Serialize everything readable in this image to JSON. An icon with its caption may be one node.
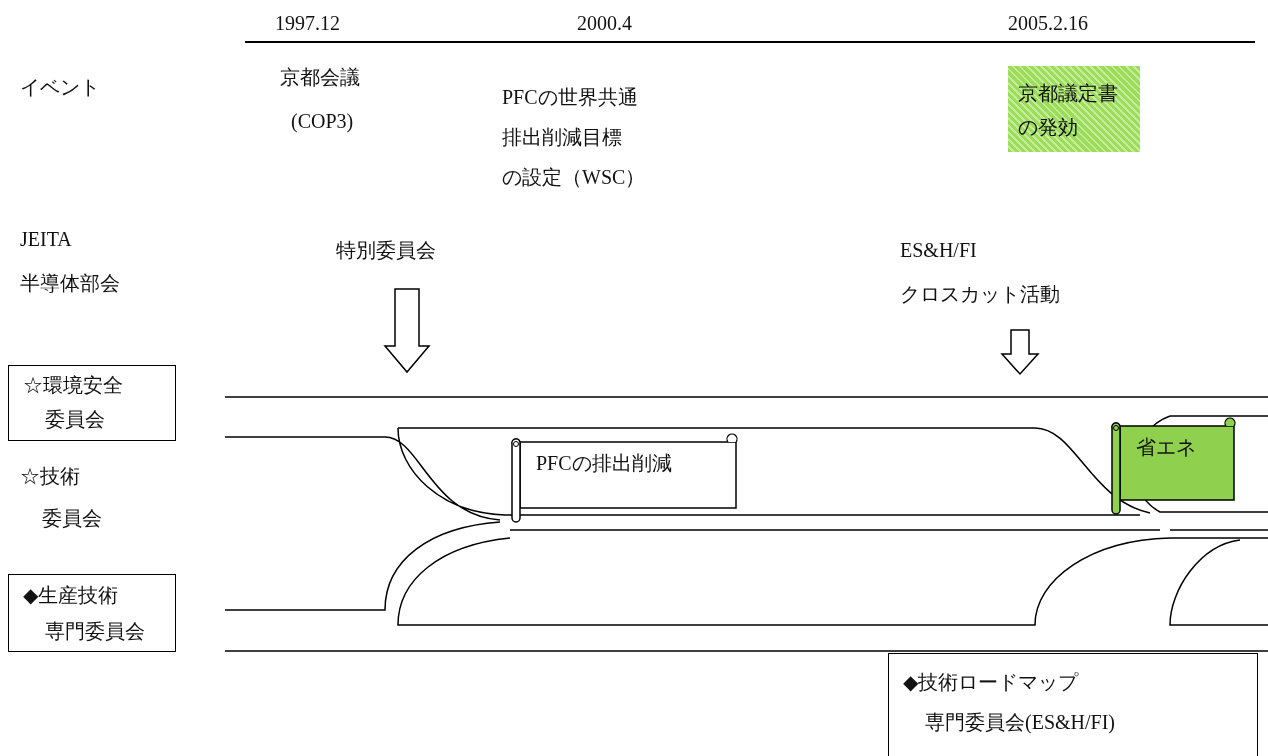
{
  "diagram": {
    "nodes": [
      {
        "text": [
          "☆環境安全委員会"
        ]
      },
      {
        "text": [
          "◆生産技術専門委員会"
        ]
      },
      {
        "text": [
          "◆技術ロードマップ専門委員会(ES&H/FI)"
        ]
      },
      {
        "text": [
          "京都議定書の発効"
        ]
      },
      {
        "text": [
          "PFCの排出削減"
        ]
      },
      {
        "text": [
          "省エネ"
        ]
      },
      {
        "text": [
          "特別委員会"
        ]
      },
      {
        "text": [
          "ES&H/FI",
          "クロスカット活動"
        ]
      }
    ],
    "edges": [
      {
        "from": 6,
        "to": null,
        "arrow": "to"
      },
      {
        "from": 7,
        "to": null,
        "arrow": "to"
      }
    ],
    "labels": [
      "1997.12",
      "2000.4",
      "2005.2.16",
      "イベント",
      "京都会議",
      "(COP3)",
      "PFCの世界共通",
      "排出削減目標",
      "の設定（WSC）",
      "JEITA",
      "半導体部会",
      "☆技術委員会"
    ]
  }
}
